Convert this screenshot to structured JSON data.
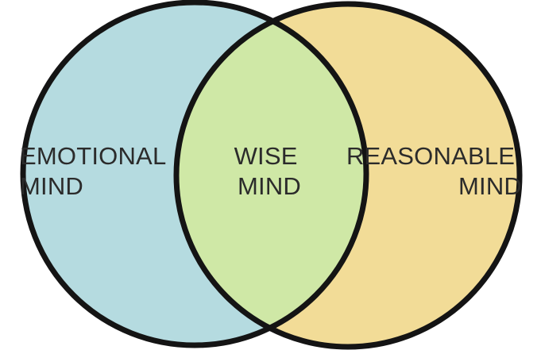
{
  "colors": {
    "left_fill": "#b5dbe0",
    "right_fill": "#f2dc97",
    "intersection_fill": "#cfe8a6",
    "outline": "#141414",
    "text": "#2b2b2b"
  },
  "labels": {
    "emotional": {
      "line1": "EMOTIONAL",
      "line2": "MIND"
    },
    "wise": {
      "line1": "WISE",
      "line2": "MIND"
    },
    "reasonable": {
      "line1": "REASONABLE",
      "line2": "MIND"
    }
  }
}
